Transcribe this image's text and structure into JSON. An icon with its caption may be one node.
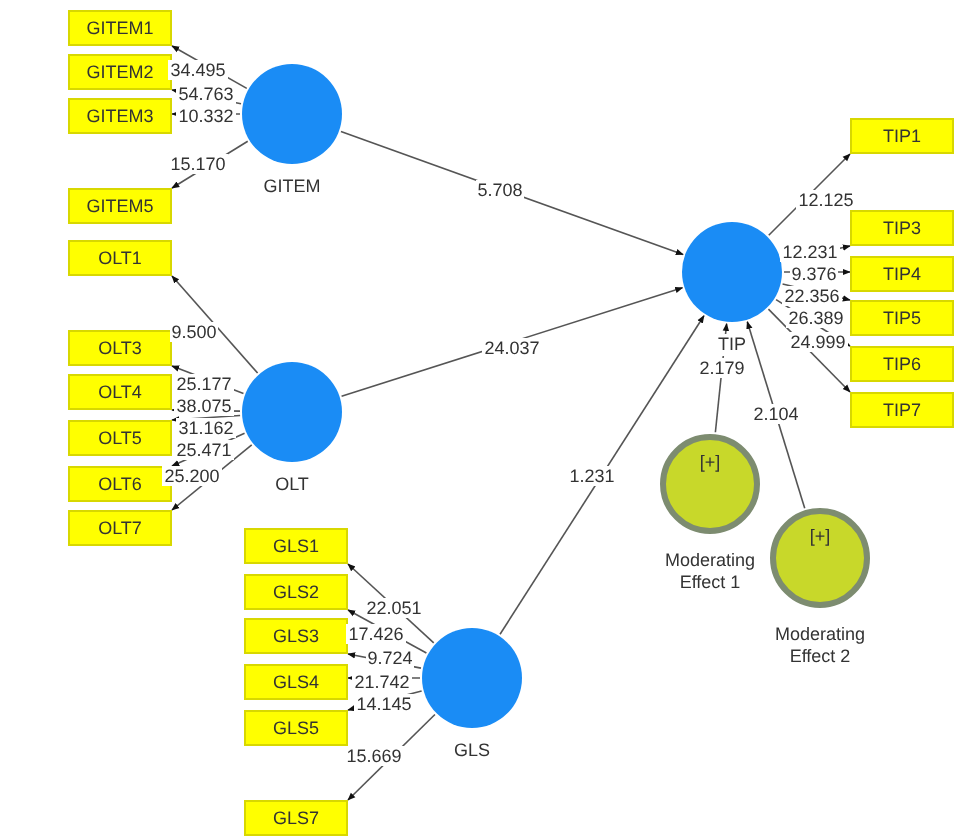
{
  "diagram": {
    "nodes": [
      {
        "text": [
          "GITEM1"
        ]
      },
      {
        "text": [
          "GITEM2"
        ]
      },
      {
        "text": [
          "GITEM3"
        ]
      },
      {
        "text": [
          "GITEM5"
        ]
      },
      {
        "text": [
          "GITEM"
        ]
      },
      {
        "text": [
          "OLT1"
        ]
      },
      {
        "text": [
          "OLT3"
        ]
      },
      {
        "text": [
          "OLT4"
        ]
      },
      {
        "text": [
          "OLT5"
        ]
      },
      {
        "text": [
          "OLT6"
        ]
      },
      {
        "text": [
          "OLT7"
        ]
      },
      {
        "text": [
          "OLT"
        ]
      },
      {
        "text": [
          "TIP1"
        ]
      },
      {
        "text": [
          "TIP3"
        ]
      },
      {
        "text": [
          "TIP4"
        ]
      },
      {
        "text": [
          "TIP5"
        ]
      },
      {
        "text": [
          "TIP6"
        ]
      },
      {
        "text": [
          "TIP7"
        ]
      },
      {
        "text": [
          "TIP"
        ]
      },
      {
        "text": [
          "[+]",
          "Moderating Effect 1"
        ]
      },
      {
        "text": [
          "[+]",
          "Moderating Effect 2"
        ]
      },
      {
        "text": [
          "GLS1"
        ]
      },
      {
        "text": [
          "GLS2"
        ]
      },
      {
        "text": [
          "GLS3"
        ]
      },
      {
        "text": [
          "GLS4"
        ]
      },
      {
        "text": [
          "GLS5"
        ]
      },
      {
        "text": [
          "GLS7"
        ]
      },
      {
        "text": [
          "GLS"
        ]
      }
    ],
    "edges": [
      {
        "from": 4,
        "to": 0,
        "arrow": "to",
        "label": "34.495"
      },
      {
        "from": 4,
        "to": 1,
        "arrow": "to",
        "label": "54.763"
      },
      {
        "from": 4,
        "to": 2,
        "arrow": "to",
        "label": "10.332"
      },
      {
        "from": 4,
        "to": 3,
        "arrow": "to",
        "label": "15.170"
      },
      {
        "from": 11,
        "to": 5,
        "arrow": "to",
        "label": "9.500"
      },
      {
        "from": 11,
        "to": 6,
        "arrow": "to",
        "label": "25.177"
      },
      {
        "from": 11,
        "to": 7,
        "arrow": "to",
        "label": "38.075"
      },
      {
        "from": 11,
        "to": 8,
        "arrow": "to",
        "label": "31.162"
      },
      {
        "from": 11,
        "to": 9,
        "arrow": "to",
        "label": "25.471"
      },
      {
        "from": 11,
        "to": 10,
        "arrow": "to",
        "label": "25.200"
      },
      {
        "from": 18,
        "to": 12,
        "arrow": "to",
        "label": "12.125"
      },
      {
        "from": 18,
        "to": 13,
        "arrow": "to",
        "label": "12.231"
      },
      {
        "from": 18,
        "to": 14,
        "arrow": "to",
        "label": "9.376"
      },
      {
        "from": 18,
        "to": 15,
        "arrow": "to",
        "label": "22.356"
      },
      {
        "from": 18,
        "to": 16,
        "arrow": "to",
        "label": "26.389"
      },
      {
        "from": 18,
        "to": 17,
        "arrow": "to",
        "label": "24.999"
      },
      {
        "from": 27,
        "to": 21,
        "arrow": "to",
        "label": "22.051"
      },
      {
        "from": 27,
        "to": 22,
        "arrow": "to",
        "label": "17.426"
      },
      {
        "from": 27,
        "to": 23,
        "arrow": "to",
        "label": "9.724"
      },
      {
        "from": 27,
        "to": 24,
        "arrow": "to",
        "label": "21.742"
      },
      {
        "from": 27,
        "to": 25,
        "arrow": "to",
        "label": "14.145"
      },
      {
        "from": 27,
        "to": 26,
        "arrow": "to",
        "label": "15.669"
      },
      {
        "from": 4,
        "to": 18,
        "arrow": "to",
        "label": "5.708"
      },
      {
        "from": 11,
        "to": 18,
        "arrow": "to",
        "label": "24.037"
      },
      {
        "from": 27,
        "to": 18,
        "arrow": "to",
        "label": "1.231"
      },
      {
        "from": 19,
        "to": 18,
        "arrow": "to",
        "label": "2.179"
      },
      {
        "from": 20,
        "to": 18,
        "arrow": "to",
        "label": "2.104"
      }
    ]
  }
}
